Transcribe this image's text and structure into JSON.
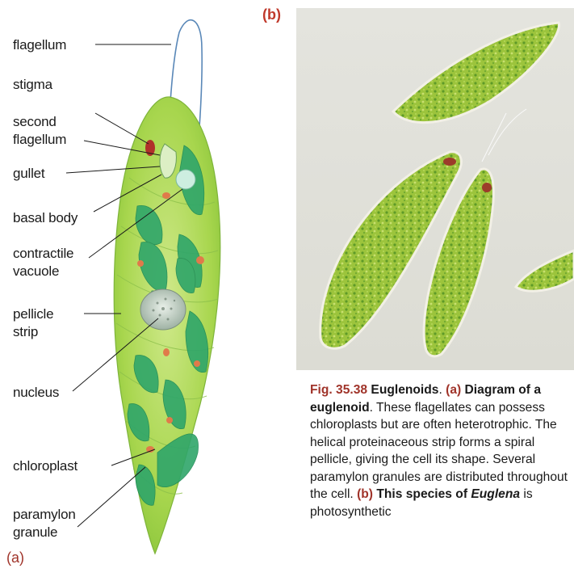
{
  "panel_a_letter": "(a)",
  "panel_b_letter": "(b)",
  "labels": {
    "flagellum": "flagellum",
    "stigma": "stigma",
    "second_line1": "second",
    "second_line2": "flagellum",
    "gullet": "gullet",
    "basal_body": "basal body",
    "contractile_line1": "contractile",
    "contractile_line2": "vacuole",
    "pellicle_line1": "pellicle",
    "pellicle_line2": "strip",
    "nucleus": "nucleus",
    "chloroplast": "chloroplast",
    "paramylon_line1": "paramylon",
    "paramylon_line2": "granule"
  },
  "caption": {
    "fig_label": "Fig. 35.38",
    "fig_title": "Euglenoids",
    "part_a_letter": "(a)",
    "part_a_title": "Diagram of a euglenoid",
    "part_a_text": "These flagellates can possess chloroplasts but are often heterotrophic. The helical proteinaceous strip forms a spiral pellicle, giving the cell its shape. Several paramylon granules are distributed throughout the cell.",
    "part_b_letter": "(b)",
    "part_b_title_1": "This species of",
    "part_b_genus": "Euglena",
    "part_b_text": "is photosynthetic"
  },
  "colors": {
    "cell_body": "#a9d84e",
    "chloroplast": "#2fa66a",
    "granule": "#e07a4a",
    "stigma": "#b0302a",
    "flagellum": "#5a88b8",
    "photo_background": "#e2e2dc",
    "accent": "#a0342a"
  }
}
